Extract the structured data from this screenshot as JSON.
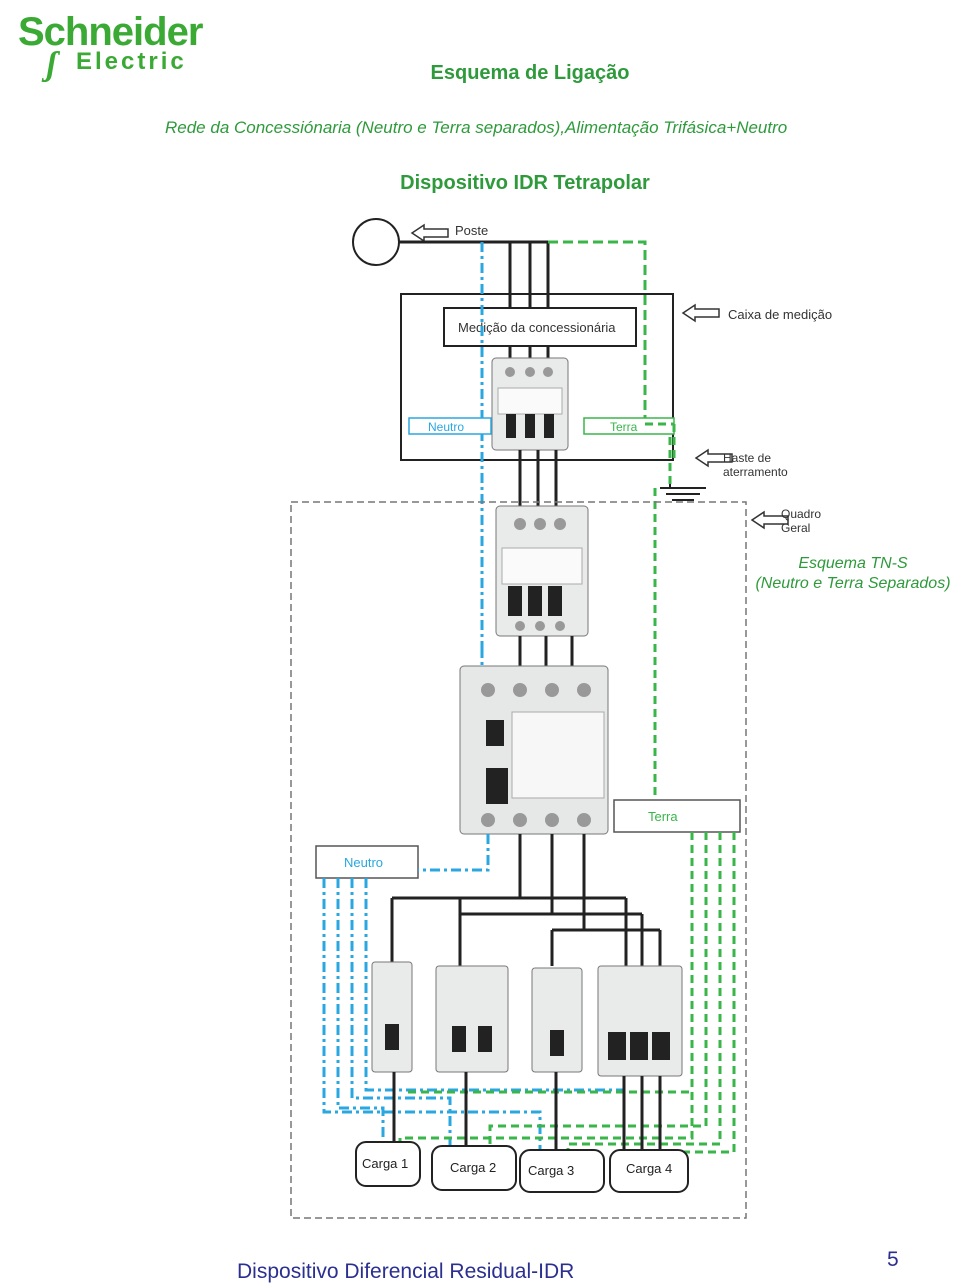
{
  "logo": {
    "line1": "Schneider",
    "line2": "Electric"
  },
  "header": {
    "title": "Esquema de Ligação",
    "subtitle": "Rede da Concessiónaria (Neutro e Terra separados),Alimentação Trifásica+Neutro",
    "device": "Dispositivo IDR Tetrapolar"
  },
  "diagram": {
    "poste": "Poste",
    "caixa": "Caixa de medição",
    "medicao": "Medição da concessionária",
    "neutro_top": "Neutro",
    "terra_top": "Terra",
    "haste1": "Haste de",
    "haste2": "aterramento",
    "quadro1": "Quadro",
    "quadro2": "Geral",
    "terra_mid": "Terra",
    "neutro_mid": "Neutro",
    "cargas": [
      "Carga 1",
      "Carga 2",
      "Carga 3",
      "Carga 4"
    ]
  },
  "scheme": {
    "line1": "Esquema TN-S",
    "line2": "(Neutro e Terra Separados)"
  },
  "footer": {
    "text": "Dispositivo Diferencial Residual-IDR",
    "page": "5"
  },
  "colors": {
    "green": "#2e9a3b",
    "neutral_blue": "#2aa7e0",
    "earth_green": "#39b54a",
    "footer_blue": "#2b2f8f"
  }
}
